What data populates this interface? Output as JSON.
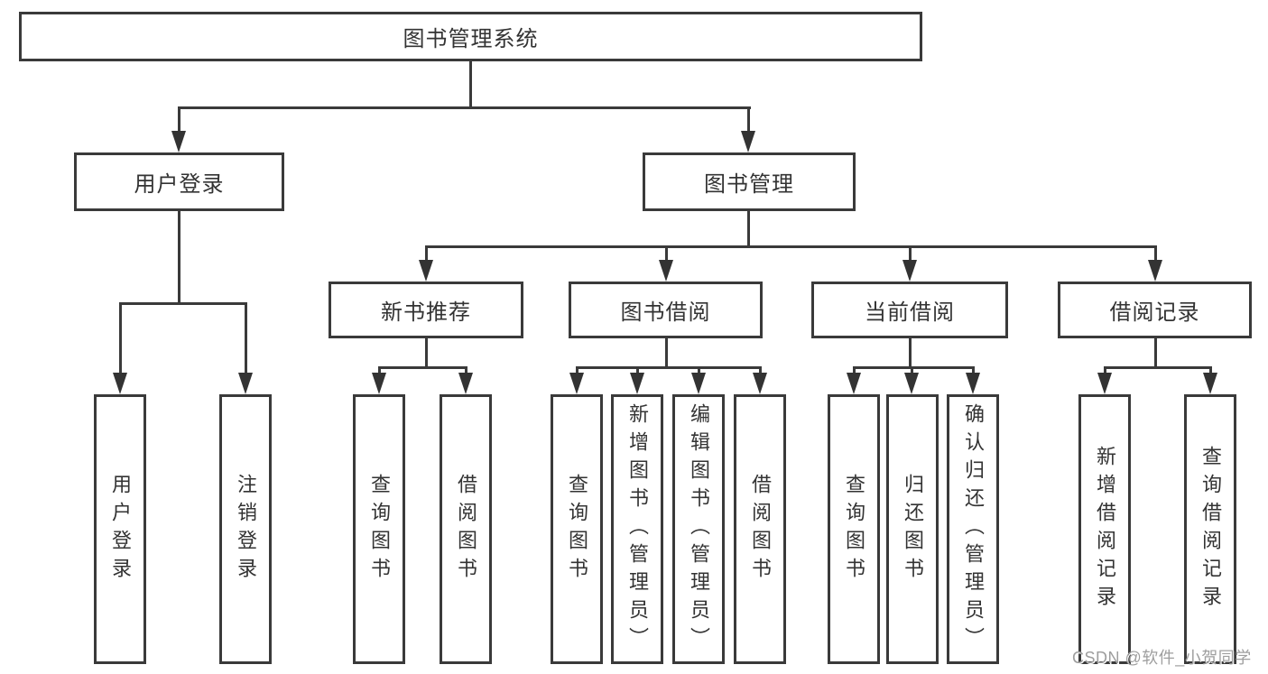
{
  "page": {
    "background": "#ffffff"
  },
  "colors": {
    "line": "#3a3a3a",
    "box_border": "#3a3a3a",
    "text": "#333333",
    "watermark_text": "#9e9e9e"
  },
  "watermark": {
    "label": "CSDN @软件_小贺同学"
  },
  "tree": {
    "label": "图书管理系统",
    "children": [
      {
        "label": "用户登录",
        "children": [
          {
            "label": "用户登录"
          },
          {
            "label": "注销登录"
          }
        ]
      },
      {
        "label": "图书管理",
        "children": [
          {
            "label": "新书推荐",
            "children": [
              {
                "label": "查询图书"
              },
              {
                "label": "借阅图书"
              }
            ]
          },
          {
            "label": "图书借阅",
            "children": [
              {
                "label": "查询图书"
              },
              {
                "label": "新增图书（管理员）"
              },
              {
                "label": "编辑图书（管理员）"
              },
              {
                "label": "借阅图书"
              }
            ]
          },
          {
            "label": "当前借阅",
            "children": [
              {
                "label": "查询图书"
              },
              {
                "label": "归还图书"
              },
              {
                "label": "确认归还（管理员）"
              }
            ]
          },
          {
            "label": "借阅记录",
            "children": [
              {
                "label": "新增借阅记录"
              },
              {
                "label": "查询借阅记录"
              }
            ]
          }
        ]
      }
    ]
  }
}
